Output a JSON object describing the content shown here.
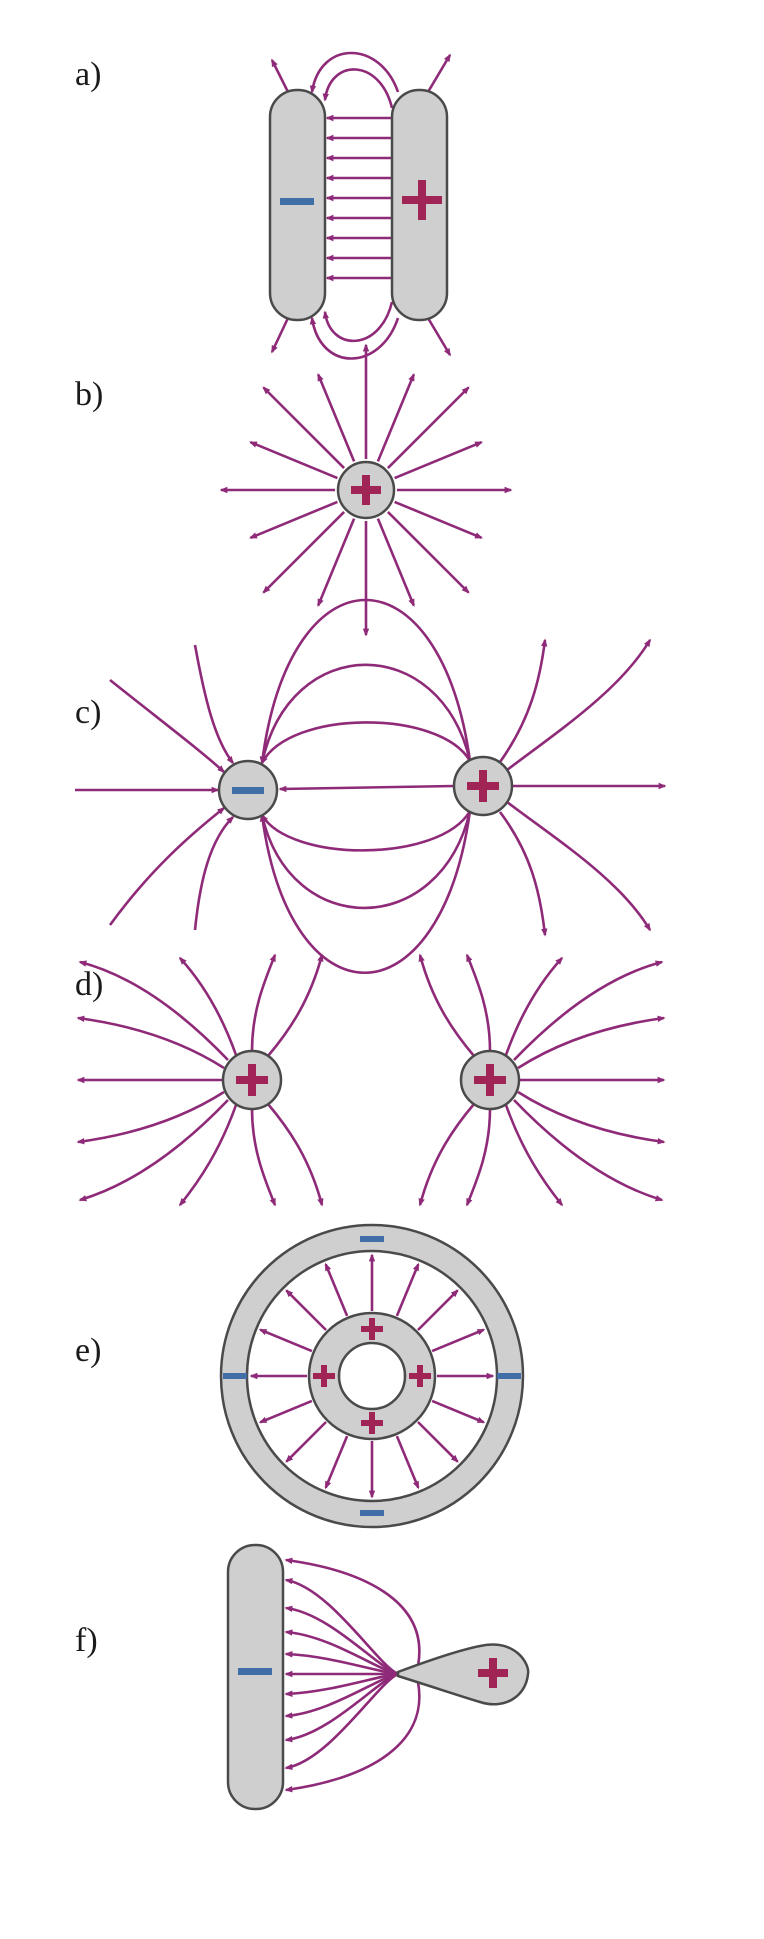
{
  "colors": {
    "field": "#8e2a78",
    "body_fill": "#cfcfcf",
    "body_stroke": "#4a4a4a",
    "positive": "#a12456",
    "negative": "#3f6fa6",
    "background": "#ffffff"
  },
  "panels": [
    {
      "label": "a)",
      "desc": "two-parallel-plates",
      "left": "negative",
      "right": "positive"
    },
    {
      "label": "b)",
      "desc": "single-positive-charge"
    },
    {
      "label": "c)",
      "desc": "dipole",
      "left": "negative",
      "right": "positive"
    },
    {
      "label": "d)",
      "desc": "two-positive-charges"
    },
    {
      "label": "e)",
      "desc": "concentric-rings",
      "inner": "positive",
      "outer": "negative"
    },
    {
      "label": "f)",
      "desc": "plate-and-point",
      "plate": "negative",
      "point": "positive"
    }
  ]
}
